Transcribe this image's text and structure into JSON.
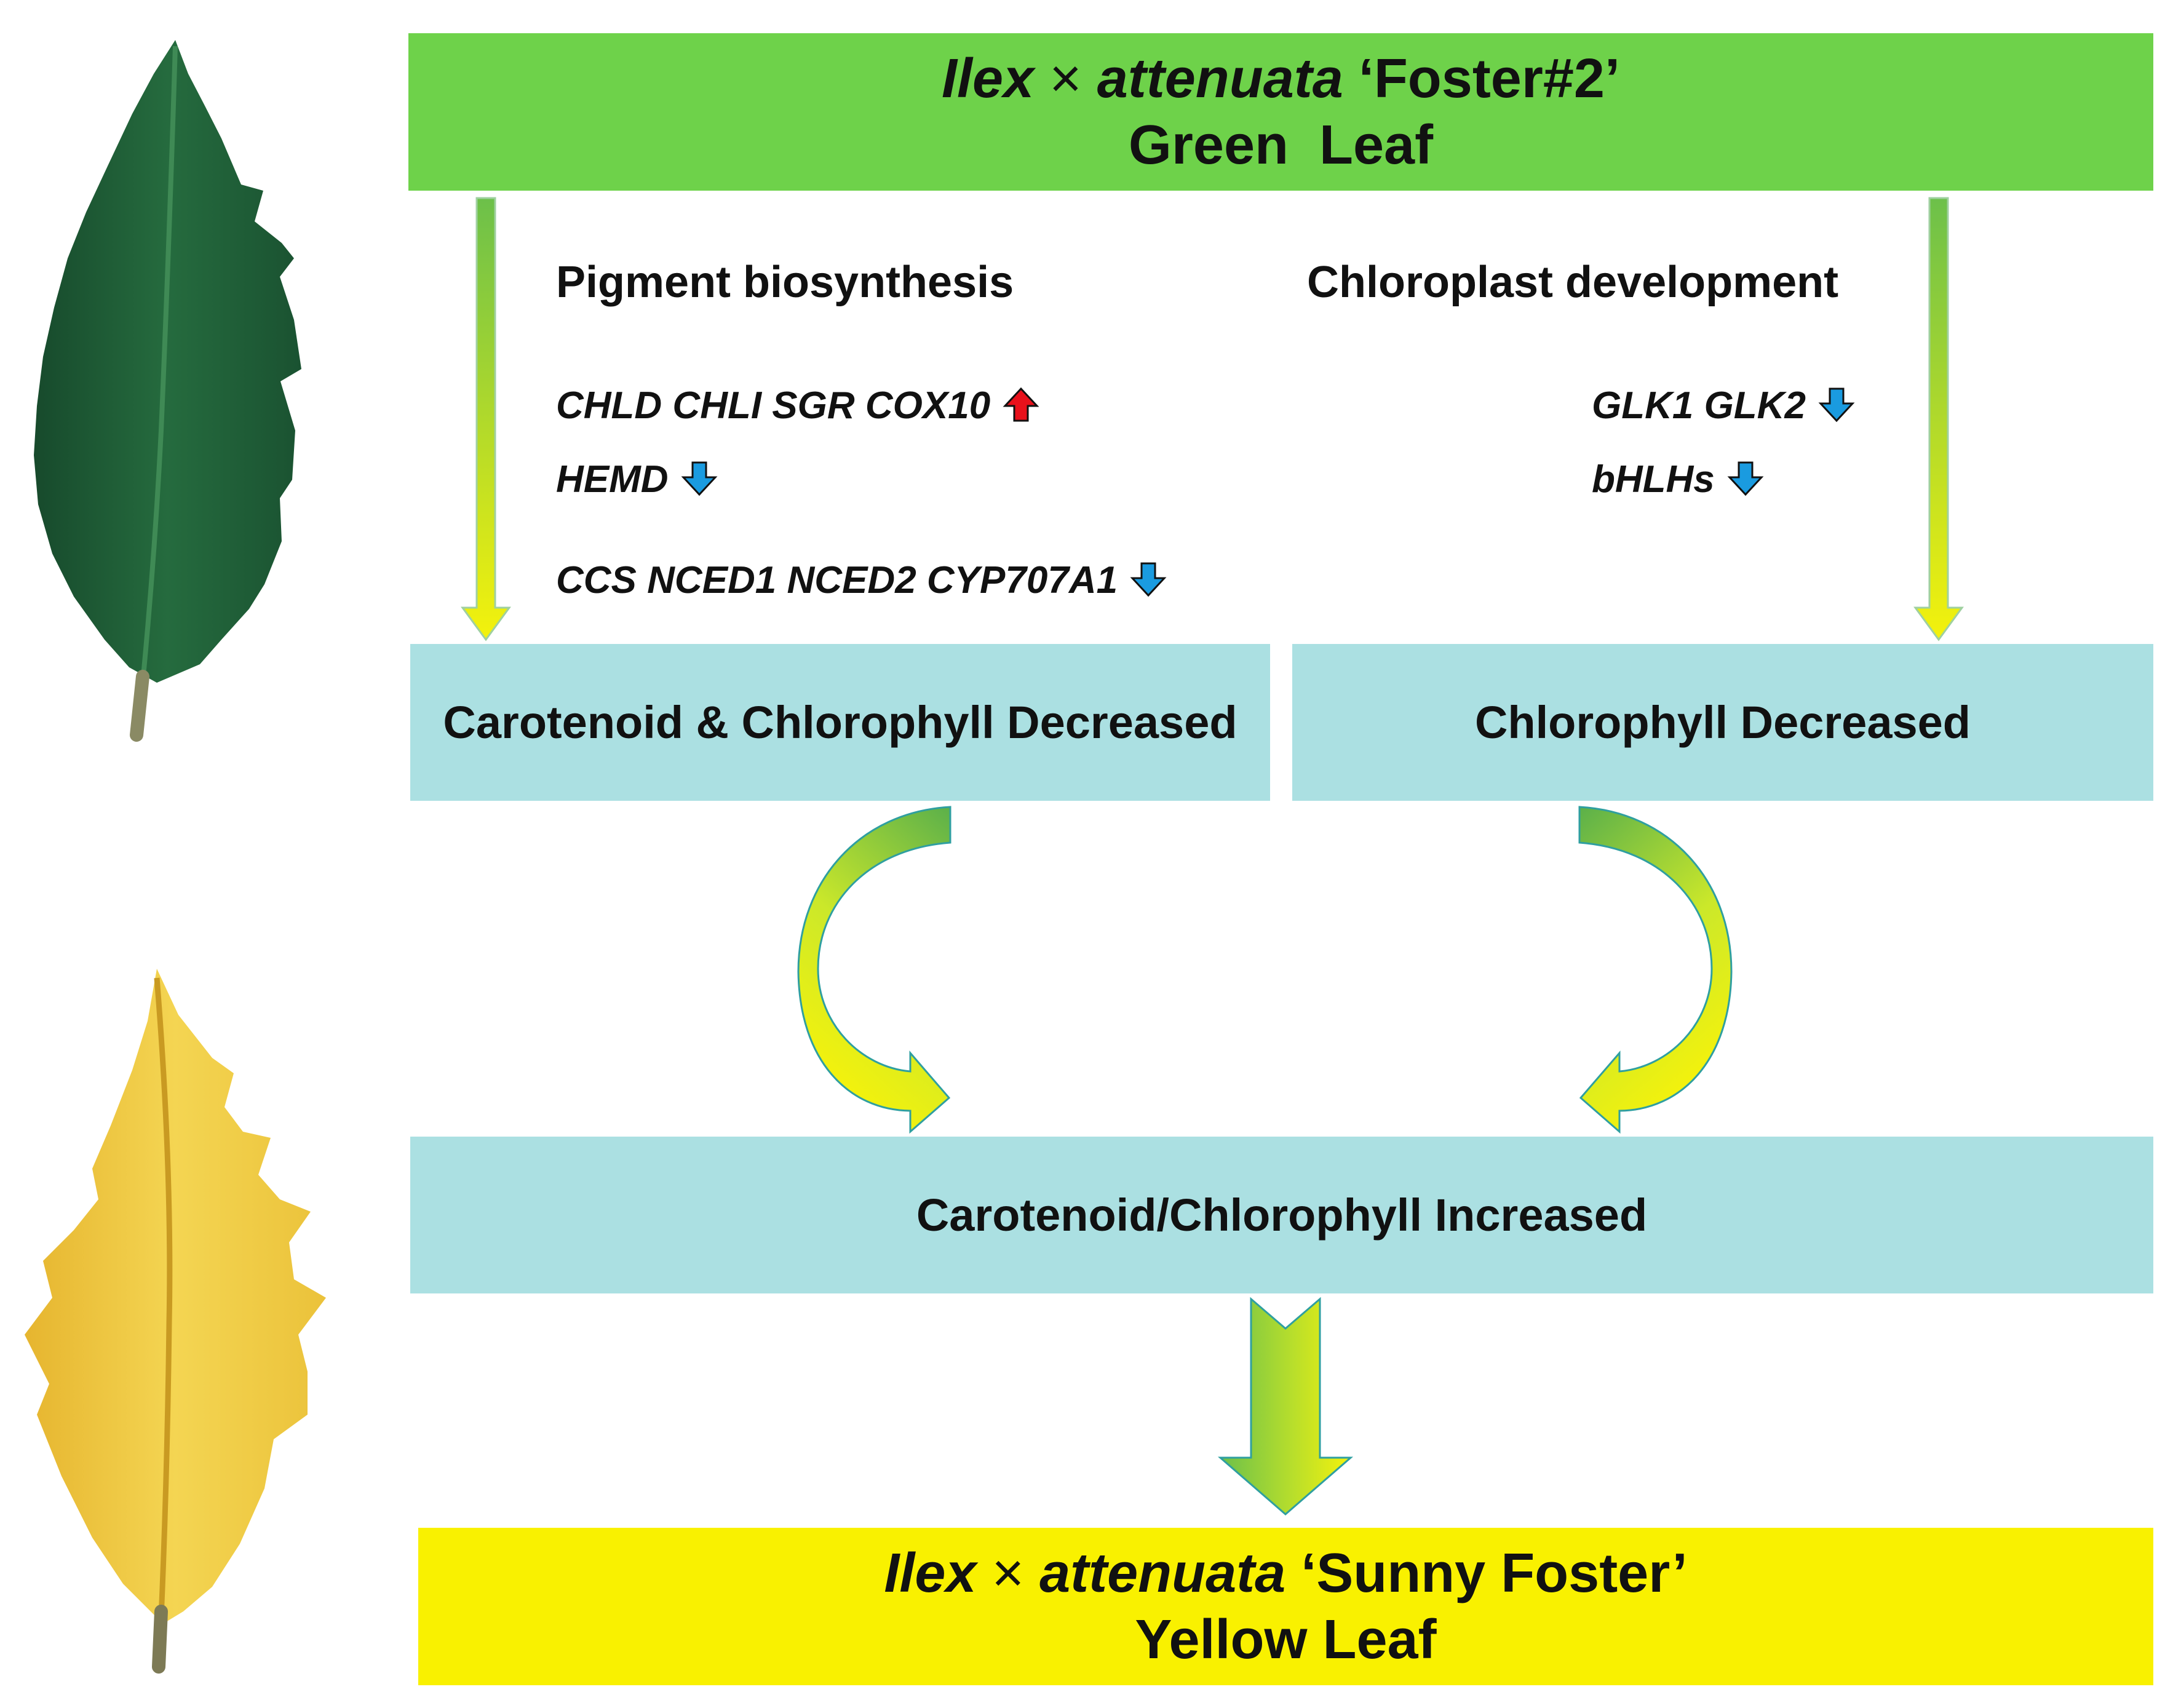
{
  "top": {
    "genus": "Ilex",
    "cross": "×",
    "species": "attenuata",
    "cultivar": "‘Foster#2’",
    "leaf": "Green  Leaf"
  },
  "headings": {
    "left": "Pigment biosynthesis",
    "right": "Chloroplast development"
  },
  "genes": {
    "left": [
      {
        "text": "CHLD CHLI SGR COX10",
        "dir": "up"
      },
      {
        "text": "HEMD",
        "dir": "down"
      },
      {
        "text": "CCS NCED1 NCED2 CYP707A1",
        "dir": "down"
      }
    ],
    "right": [
      {
        "text": "GLK1 GLK2",
        "dir": "down"
      },
      {
        "text": "bHLHs",
        "dir": "down"
      }
    ]
  },
  "results": {
    "left": "Carotenoid & Chlorophyll Decreased",
    "right": "Chlorophyll Decreased",
    "merged": "Carotenoid/Chlorophyll Increased"
  },
  "bottom": {
    "genus": "Ilex",
    "cross": "×",
    "species": "attenuata",
    "cultivar": "‘Sunny Foster’",
    "leaf": "Yellow Leaf"
  },
  "colors": {
    "top_box": "#6ed24a",
    "bottom_box": "#f9f100",
    "result_box": "#abe0e2",
    "arrow_green": "#6cc04a",
    "arrow_yellow": "#f4f20c",
    "up_arrow": "#e8111b",
    "down_arrow": "#1a9be0",
    "leaf_green": "#1f5a35",
    "leaf_yellow": "#ecc53a"
  },
  "icons": {
    "up": "up-arrow-icon",
    "down": "down-arrow-icon"
  }
}
